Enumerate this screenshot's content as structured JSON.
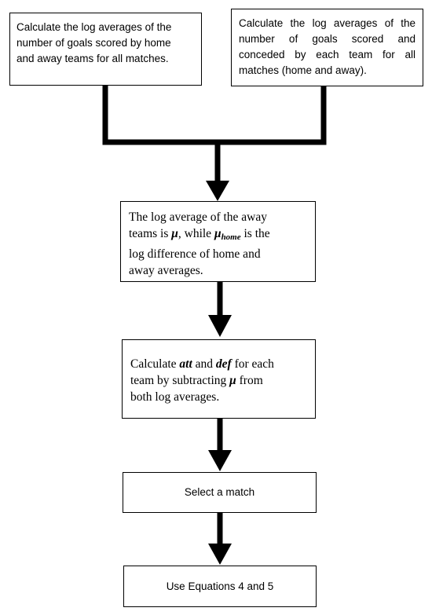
{
  "box1": {
    "lines": [
      "Calculate the log averages of the",
      "number of goals scored by home",
      "and away teams for all matches."
    ]
  },
  "box2": {
    "lines": [
      "Calculate the log averages of the",
      "number of goals scored and",
      "conceded by each team for all",
      "matches (home and away)."
    ]
  },
  "box3": {
    "line1": "The log average of the away",
    "line2_pre": "teams is ",
    "mu": "μ",
    "line2_mid": ", while ",
    "mu_home_base": "μ",
    "mu_home_sub": "home",
    "line2_post": " is the",
    "line3": "log difference of home and",
    "line4": "away averages."
  },
  "box4": {
    "line1_pre": "Calculate ",
    "att": "att",
    "line1_mid": " and ",
    "def": "def",
    "line1_post": " for each",
    "line2_pre": "team by subtracting ",
    "mu": "μ",
    "line2_post": " from",
    "line3": "both log averages."
  },
  "box5": {
    "label": "Select a match"
  },
  "box6": {
    "label": "Use Equations 4 and 5"
  }
}
